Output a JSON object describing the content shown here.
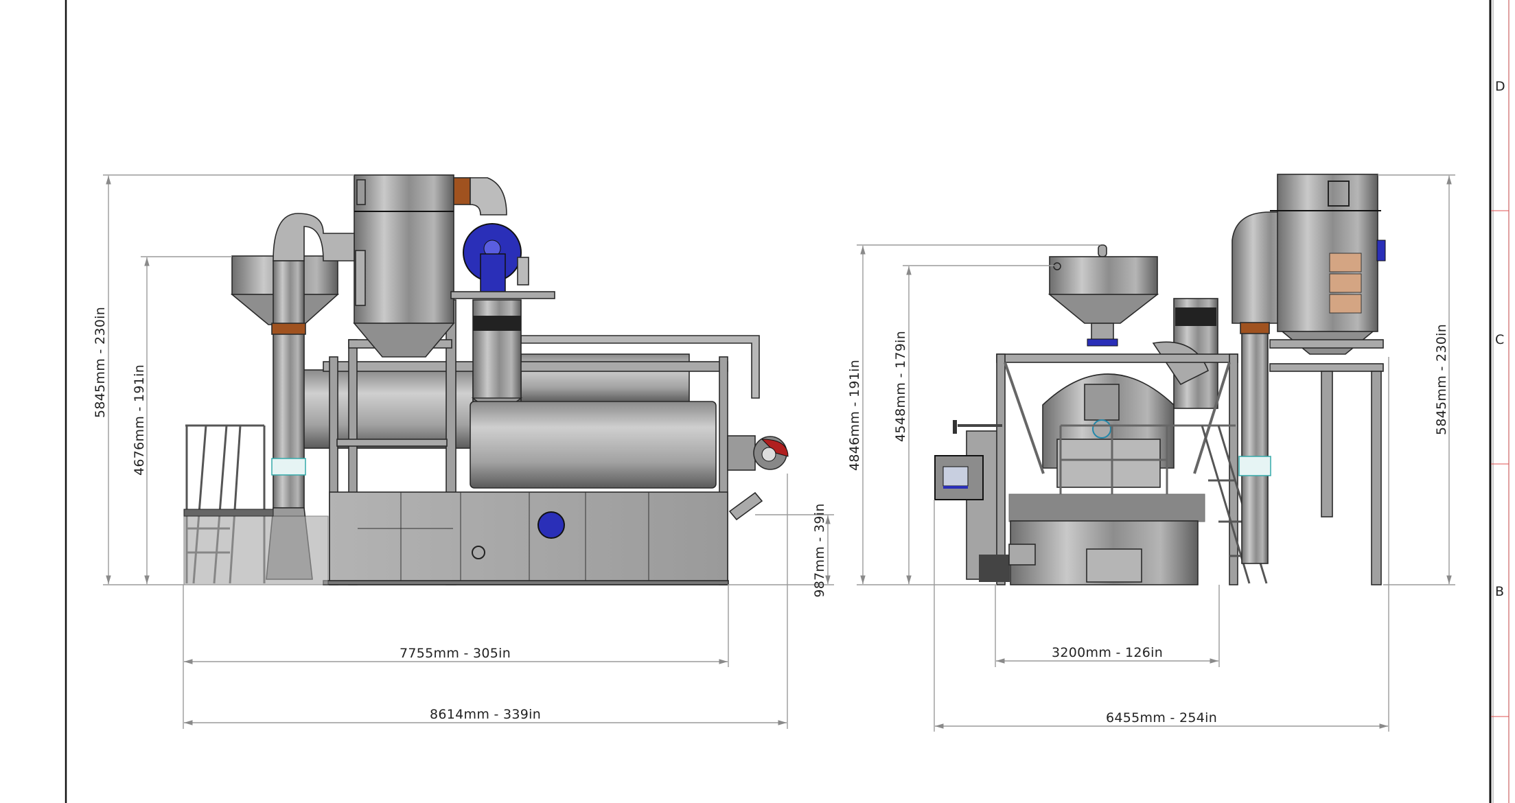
{
  "drawing": {
    "zones": [
      "D",
      "C",
      "B"
    ],
    "side_view": {
      "height_total": "5845mm - 230in",
      "height_hopper": "4676mm - 191in",
      "height_outlet": "987mm - 39in",
      "length_frame": "7755mm - 305in",
      "length_total": "8614mm - 339in"
    },
    "front_view": {
      "height_inlet": "4846mm - 191in",
      "height_hopper": "4548mm - 179in",
      "height_total": "5845mm - 230in",
      "width_frame": "3200mm - 126in",
      "width_total": "6455mm - 254in"
    },
    "colors": {
      "steel": "#9c9c9c",
      "motor_blue": "#2a2fb8",
      "band_orange": "#a0521f",
      "panel_tan": "#d4a583",
      "burner_red": "#b02020",
      "dimension": "#9a9a9a",
      "zone_tick": "#e07070"
    }
  }
}
